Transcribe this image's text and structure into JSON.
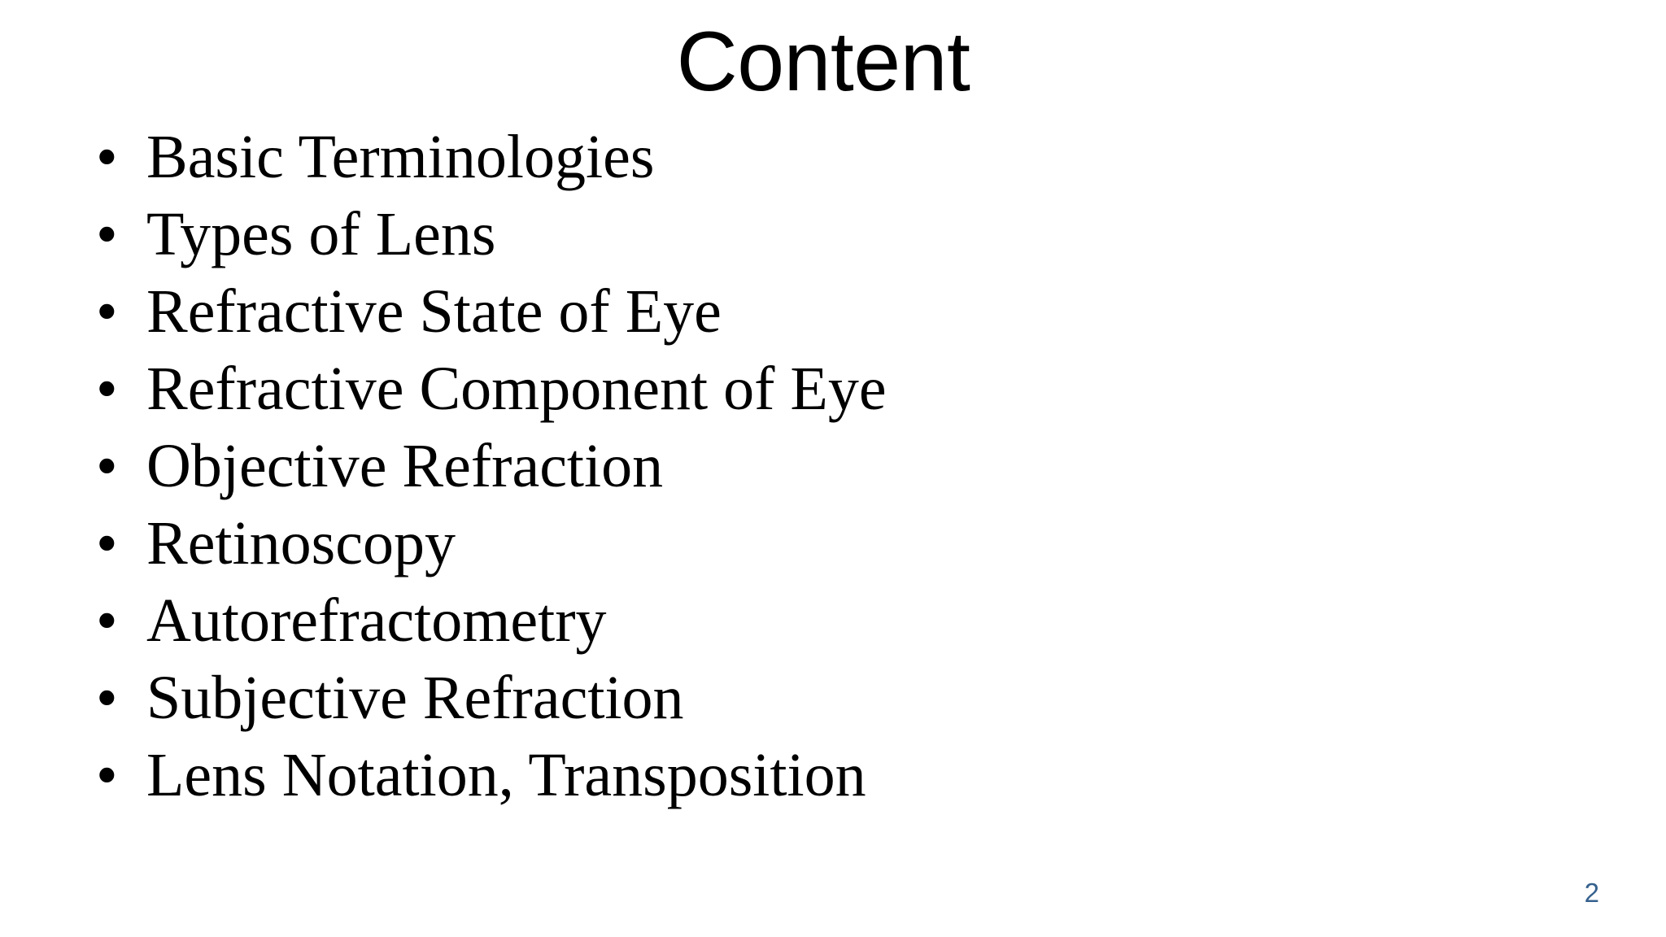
{
  "slide": {
    "title": "Content",
    "bullet_marker": "•",
    "page_number": "2",
    "background_color": "#ffffff",
    "title_color": "#000000",
    "body_color": "#000000",
    "page_number_color": "#35618d",
    "bullets": [
      {
        "label": "Basic Terminologies"
      },
      {
        "label": "Types of Lens"
      },
      {
        "label": "Refractive State of Eye"
      },
      {
        "label": "Refractive Component of Eye"
      },
      {
        "label": "Objective Refraction"
      },
      {
        "label": "Retinoscopy"
      },
      {
        "label": "Autorefractometry"
      },
      {
        "label": "Subjective Refraction"
      },
      {
        "label": "Lens Notation, Transposition"
      }
    ]
  }
}
